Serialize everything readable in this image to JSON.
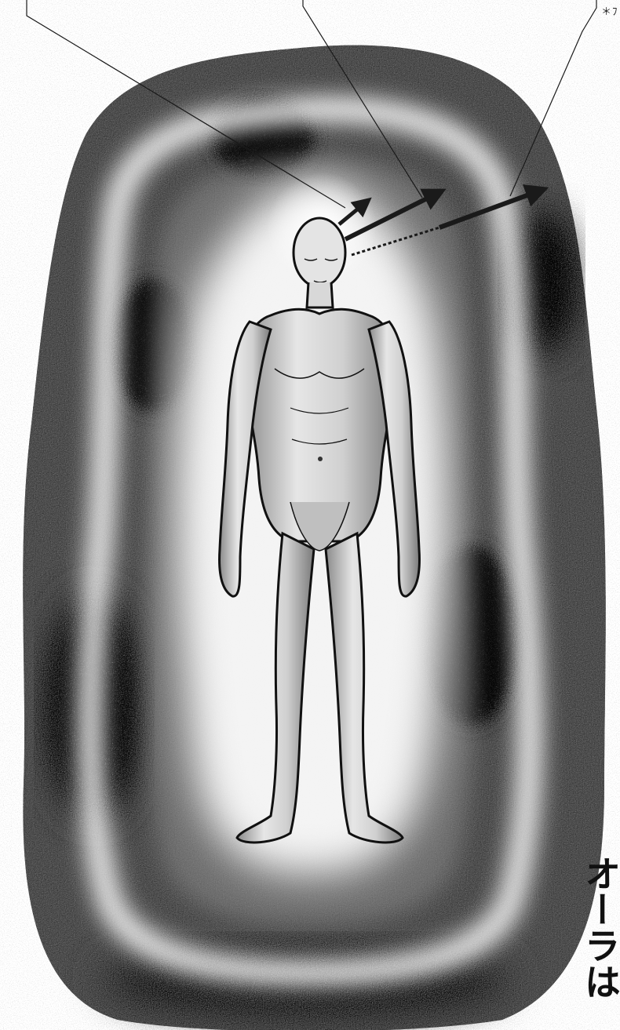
{
  "illustration": {
    "corner_mark": "＊ﾌ",
    "vertical_caption": "オーラは",
    "colors": {
      "aura": "#6e6e6e",
      "aura_dark": "#3c3c3c",
      "glow": "#ffffff",
      "figure_fill": "#dcdcdc",
      "outline": "#111111",
      "leader_line": "#1a1a1a"
    },
    "icons": [
      "aura-body-illustration",
      "arrow-icon"
    ]
  }
}
